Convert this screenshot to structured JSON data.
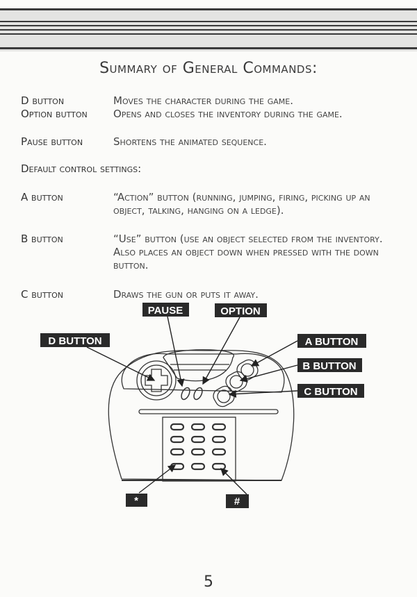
{
  "title": "Summary of General Commands:",
  "general_commands": [
    {
      "label": "D button",
      "description": "Moves the character during the game."
    },
    {
      "label": "Option button",
      "description": "Opens and closes the inventory during the game."
    },
    {
      "label": "Pause button",
      "description": "Shortens the animated sequence."
    }
  ],
  "default_heading": "Default control settings:",
  "default_controls": [
    {
      "label": "A button",
      "description": "“Action” button (running, jumping, firing, picking up an object, talking, hanging on a ledge)."
    },
    {
      "label": "B button",
      "description": "“Use” button (use an object selected from the inventory. Also places an object down when pressed with the down button."
    },
    {
      "label": "C button",
      "description": "Draws the gun or puts it away."
    }
  ],
  "diagram": {
    "pause": "PAUSE",
    "option": "OPTION",
    "d_button": "D BUTTON",
    "a_button": "A BUTTON",
    "b_button": "B BUTTON",
    "c_button": "C BUTTON",
    "star": "*",
    "hash": "#"
  },
  "page_number": "5"
}
